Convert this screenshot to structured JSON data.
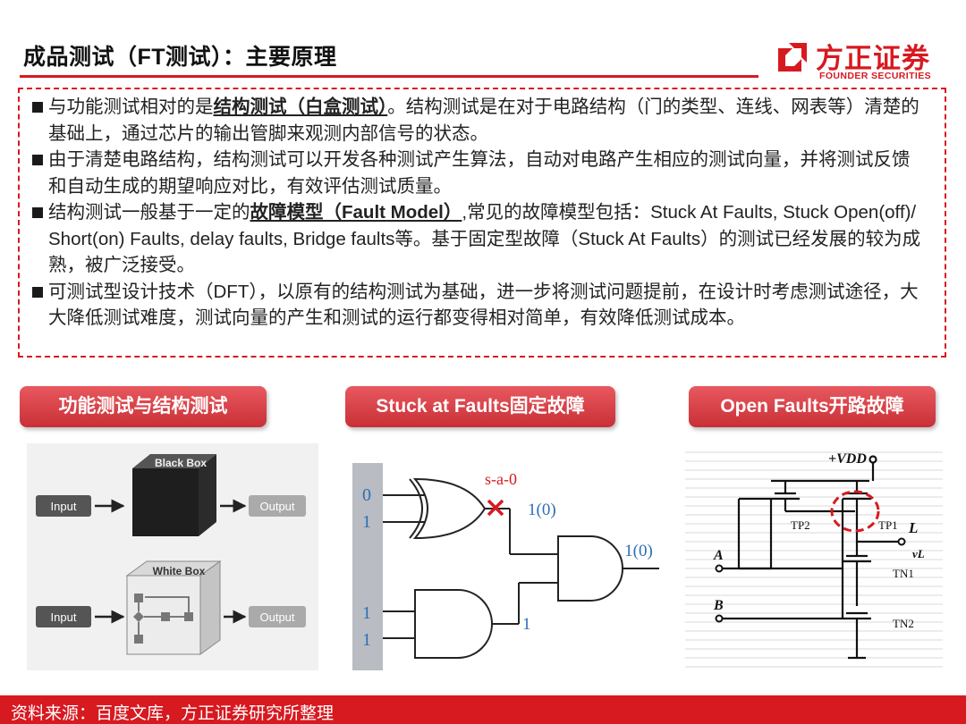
{
  "header": {
    "title": "成品测试（FT测试）：主要原理",
    "logo_cn": "方正证券",
    "logo_en": "FOUNDER SECURITIES"
  },
  "bullets": [
    {
      "pre": "与功能测试相对的是",
      "kw": "结构测试（白盒测试）",
      "post": "。结构测试是在对于电路结构（门的类型、连线、网表等）清楚的基础上，通过芯片的输出管脚来观测内部信号的状态。"
    },
    {
      "pre": "由于清楚电路结构，结构测试可以开发各种测试产生算法，自动对电路产生相应的测试向量，并将测试反馈和自动生成的期望响应对比，有效评估测试质量。",
      "kw": "",
      "post": ""
    },
    {
      "pre": "结构测试一般基于一定的",
      "kw": "故障模型（Fault Model）",
      "post": ",常见的故障模型包括：Stuck At Faults, Stuck Open(off)/ Short(on) Faults, delay faults, Bridge faults等。基于固定型故障（Stuck At Faults）的测试已经发展的较为成熟，被广泛接受。"
    },
    {
      "pre": "可测试型设计技术（DFT），以原有的结构测试为基础，进一步将测试问题提前，在设计时考虑测试途径，大大降低测试难度，测试向量的产生和测试的运行都变得相对简单，有效降低测试成本。",
      "kw": "",
      "post": ""
    }
  ],
  "pills": [
    "功能测试与结构测试",
    "Stuck at Faults固定故障",
    "Open Faults开路故障"
  ],
  "fig1": {
    "black_box": "Black Box",
    "white_box": "White Box",
    "input": "Input",
    "output": "Output"
  },
  "fig2": {
    "fault_label": "s-a-0",
    "in_a": "0",
    "in_b": "1",
    "in_c": "1",
    "in_d": "1",
    "out1": "1(0)",
    "out2": "1(0)",
    "out3": "1"
  },
  "fig3": {
    "vdd": "+VDD",
    "tp2": "TP2",
    "tp1": "TP1",
    "l": "L",
    "vl": "vL",
    "tn1": "TN1",
    "tn2": "TN2",
    "a": "A",
    "b": "B"
  },
  "footer": {
    "source": "资料来源：百度文库，方正证券研究所整理"
  },
  "colors": {
    "accent": "#d71920",
    "pill_top": "#e8595f",
    "pill_bottom": "#c92f36"
  }
}
